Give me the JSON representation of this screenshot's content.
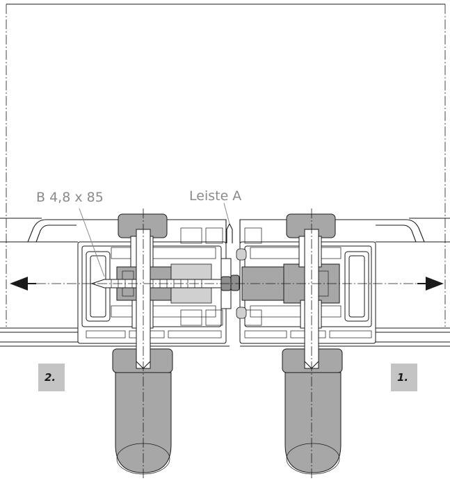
{
  "labels": {
    "screw": "B 4,8 x 85",
    "strip": "Leiste A"
  },
  "steps": {
    "left": "2.",
    "right": "1."
  },
  "colors": {
    "line": "#1a1a1a",
    "part_gray": "#a7a7a7",
    "label_gray": "#8a8a8a",
    "step_box": "#c4c4c4"
  },
  "icons": {
    "left_arrow": "arrow-left-icon",
    "right_arrow": "arrow-right-icon"
  }
}
